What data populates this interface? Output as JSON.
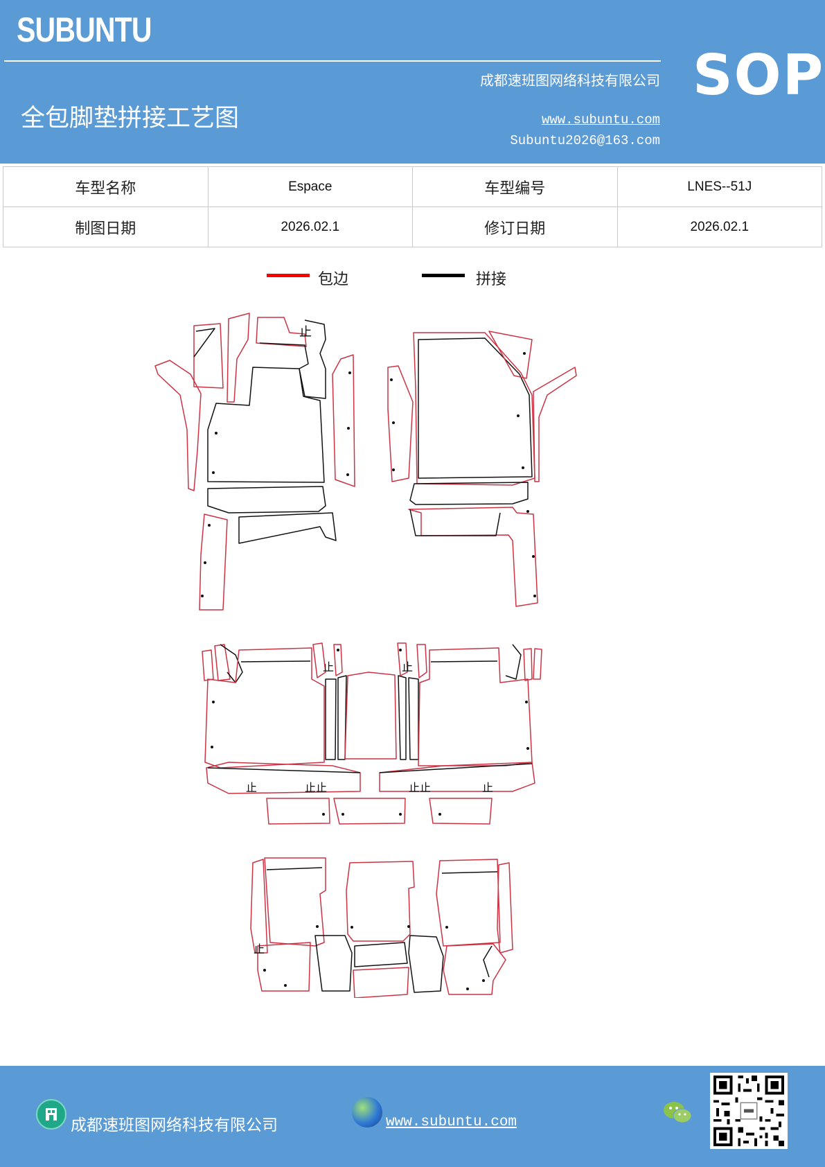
{
  "header": {
    "brand": "SUBUNTU",
    "company": "成都速班图网络科技有限公司",
    "title": "全包脚垫拼接工艺图",
    "website": "www.subuntu.com",
    "email": "Subuntu2026@163.com",
    "sop": "SOP",
    "color": "#5b9bd5"
  },
  "info_table": {
    "model_name_label": "车型名称",
    "model_name_value": "Espace",
    "model_code_label": "车型编号",
    "model_code_value": "LNES--51J",
    "draw_date_label": "制图日期",
    "draw_date_value": "2026.02.1",
    "revise_date_label": "修订日期",
    "revise_date_value": "2026.02.1"
  },
  "legend": {
    "items": [
      {
        "label": "包边",
        "color": "#ff0000"
      },
      {
        "label": "拼接",
        "color": "#000000"
      }
    ]
  },
  "diagram": {
    "edge_color": "#cc3344",
    "join_color": "#111111",
    "marker": "止"
  },
  "footer": {
    "company": "成都速班图网络科技有限公司",
    "website": "www.subuntu.com",
    "icons": [
      "company-building-icon",
      "globe-icon",
      "wechat-icon",
      "qr-code"
    ]
  }
}
